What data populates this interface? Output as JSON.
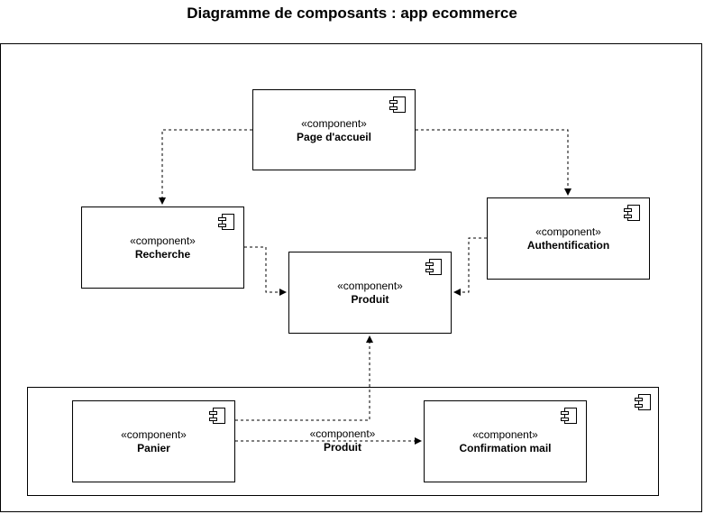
{
  "title": "Diagramme de composants : app ecommerce",
  "stereotype": "«component»",
  "components": {
    "page_accueil": {
      "name": "Page d'accueil"
    },
    "recherche": {
      "name": "Recherche"
    },
    "authentification": {
      "name": "Authentification"
    },
    "produit": {
      "name": "Produit"
    },
    "panier": {
      "name": "Panier"
    },
    "confirmation_mail": {
      "name": "Confirmation mail"
    }
  },
  "edge_labels": {
    "panier_to_confirmation_stereotype": "«component»",
    "panier_to_confirmation_name": "Produit"
  },
  "icons": {
    "component": "component-icon"
  }
}
